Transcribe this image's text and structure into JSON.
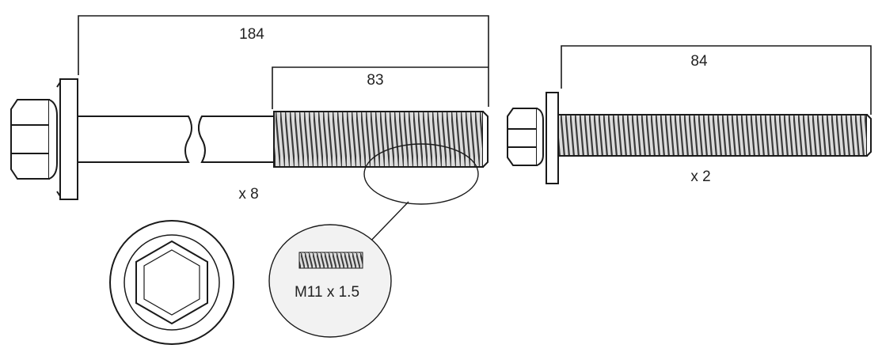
{
  "dimensions": {
    "long_bolt_length": "184",
    "long_bolt_thread_length": "83",
    "short_bolt_length": "84"
  },
  "quantities": {
    "long_bolt": "x 8",
    "short_bolt": "x 2"
  },
  "thread_detail": {
    "spec": "M11 x 1.5"
  },
  "colors": {
    "line": "#1a1a1a",
    "thread_fill": "#8c8c8c",
    "detail_fill": "#f2f2f2"
  }
}
